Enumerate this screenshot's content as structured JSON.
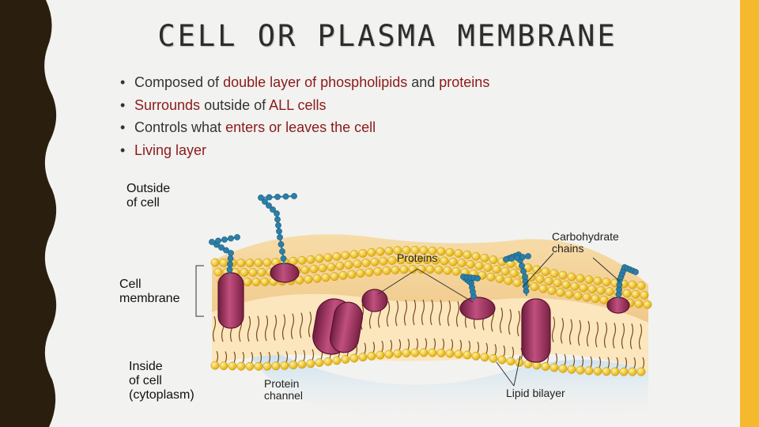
{
  "title": "CELL OR PLASMA MEMBRANE",
  "bullets": [
    {
      "segments": [
        {
          "text": "Composed of ",
          "hl": false
        },
        {
          "text": "double layer of phospholipids",
          "hl": true
        },
        {
          "text": " and ",
          "hl": false
        },
        {
          "text": "proteins",
          "hl": true
        }
      ]
    },
    {
      "segments": [
        {
          "text": "Surrounds",
          "hl": true
        },
        {
          "text": " outside of ",
          "hl": false
        },
        {
          "text": "ALL cells",
          "hl": true
        }
      ]
    },
    {
      "segments": [
        {
          "text": "Controls what ",
          "hl": false
        },
        {
          "text": "enters or leaves the cell",
          "hl": true
        }
      ]
    },
    {
      "segments": [
        {
          "text": "Living layer",
          "hl": true
        }
      ]
    }
  ],
  "diagram": {
    "outside_label": [
      "Outside",
      "of cell"
    ],
    "membrane_label": [
      "Cell",
      "membrane"
    ],
    "inside_label": [
      "Inside",
      "of cell",
      "(cytoplasm)"
    ],
    "proteins_label": "Proteins",
    "carbohydrate_label": [
      "Carbohydrate",
      "chains"
    ],
    "channel_label": [
      "Protein",
      "channel"
    ],
    "bilayer_label": "Lipid bilayer"
  },
  "colors": {
    "background": "#f2f2f0",
    "left_border": "#2a1f0e",
    "right_bar": "#f4b92c",
    "highlight": "#8b1a1a",
    "lipid_head": "#f5c518",
    "protein": "#9b2d5a",
    "carbohydrate": "#2b7fa8"
  }
}
